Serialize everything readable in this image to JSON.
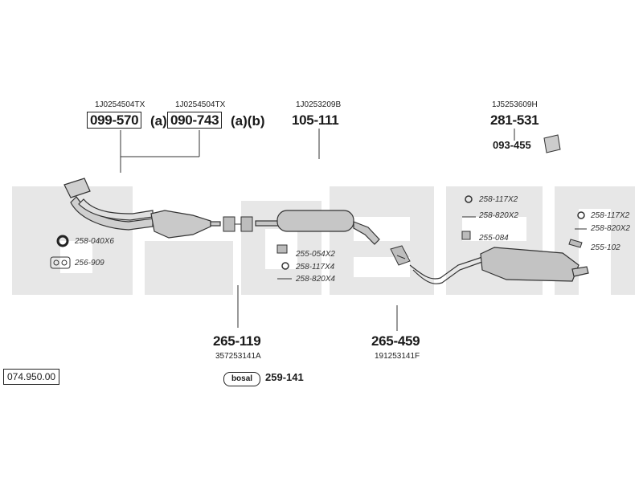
{
  "diagram_number": "074.950.00",
  "brand_text": "bosal",
  "colors": {
    "watermark": "#e6e6e6",
    "line": "#333333",
    "part_fill": "#c8c8c8"
  },
  "top_left": {
    "oem_1": "1J0254504TX",
    "part_1": "099-570",
    "part_1_suffix": "(a)",
    "oem_2": "1J0254504TX",
    "part_2": "090-743",
    "part_2_suffix": "(a)(b)"
  },
  "top_center": {
    "oem": "1J0253209B",
    "part": "105-111"
  },
  "top_right": {
    "oem": "1J5253609H",
    "part": "281-531",
    "bracket_part": "093-455"
  },
  "left_small": {
    "gasket": "258-040X6",
    "flange_gasket": "256-909"
  },
  "center_small": {
    "clamp": "255-054X2",
    "ring": "258-117X4",
    "bolt": "258-820X4"
  },
  "right_small_a": {
    "ring": "258-117X2",
    "bolt": "258-820X2",
    "hanger": "255-084"
  },
  "right_small_b": {
    "ring": "258-117X2",
    "bolt": "258-820X2",
    "hanger": "255-102"
  },
  "bottom_center": {
    "part": "265-119",
    "oem": "357253141A"
  },
  "bottom_right": {
    "part": "265-459",
    "oem": "191253141F"
  },
  "accessory": {
    "logo_text": "bosal",
    "part": "259-141"
  }
}
